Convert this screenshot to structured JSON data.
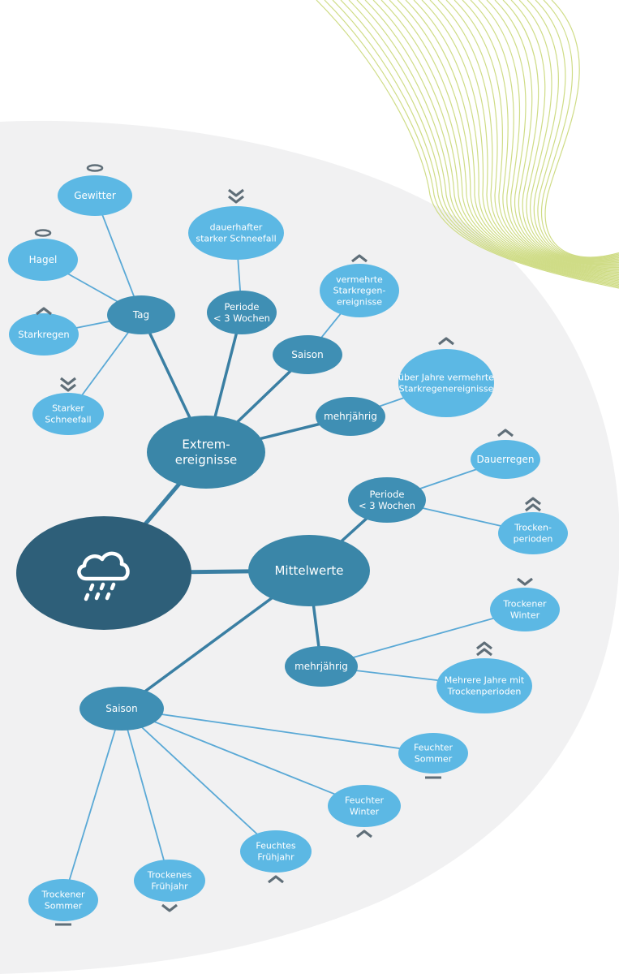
{
  "colors": {
    "background_blob": "#f1f1f2",
    "wave_lines": "#cfdc86",
    "root": "#2e5f79",
    "level1": "#3a86a8",
    "level2": "#3f8fb4",
    "leaf": "#5cb8e4",
    "connector_dark": "#3a7fa3",
    "connector_light": "#5aa9d6",
    "trend_marker": "#5f6e78",
    "text_on_node": "#ffffff"
  },
  "root": {
    "icon": "cloud-rain-icon"
  },
  "extremes": {
    "label": [
      "Extrem-",
      "ereignisse"
    ],
    "day": {
      "label": [
        "Tag"
      ],
      "leaves": [
        {
          "label": [
            "Gewitter"
          ],
          "trend": "neutral"
        },
        {
          "label": [
            "Hagel"
          ],
          "trend": "neutral"
        },
        {
          "label": [
            "Starkregen"
          ],
          "trend": "up"
        },
        {
          "label": [
            "Starker",
            "Schneefall"
          ],
          "trend": "down-double"
        }
      ]
    },
    "period": {
      "label": [
        "Periode",
        "< 3 Wochen"
      ],
      "leaves": [
        {
          "label": [
            "dauerhafter",
            "starker Schneefall"
          ],
          "trend": "down-double"
        }
      ]
    },
    "season": {
      "label": [
        "Saison"
      ],
      "leaves": [
        {
          "label": [
            "vermehrte",
            "Starkregen-",
            "ereignisse"
          ],
          "trend": "up"
        }
      ]
    },
    "multiyear": {
      "label": [
        "mehrjährig"
      ],
      "leaves": [
        {
          "label": [
            "über Jahre vermehrte",
            "Starkregenereignisse"
          ],
          "trend": "up"
        }
      ]
    }
  },
  "means": {
    "label": [
      "Mittelwerte"
    ],
    "period": {
      "label": [
        "Periode",
        "< 3 Wochen"
      ],
      "leaves": [
        {
          "label": [
            "Dauerregen"
          ],
          "trend": "up"
        },
        {
          "label": [
            "Trocken-",
            "perioden"
          ],
          "trend": "up-double"
        }
      ]
    },
    "multiyear": {
      "label": [
        "mehrjährig"
      ],
      "leaves": [
        {
          "label": [
            "Trockener",
            "Winter"
          ],
          "trend": "down"
        },
        {
          "label": [
            "Mehrere Jahre mit",
            "Trockenperioden"
          ],
          "trend": "up-double"
        }
      ]
    },
    "season": {
      "label": [
        "Saison"
      ],
      "leaves": [
        {
          "label": [
            "Feuchter",
            "Sommer"
          ],
          "trend": "neutral"
        },
        {
          "label": [
            "Feuchter",
            "Winter"
          ],
          "trend": "up"
        },
        {
          "label": [
            "Feuchtes",
            "Frühjahr"
          ],
          "trend": "up"
        },
        {
          "label": [
            "Trockenes",
            "Frühjahr"
          ],
          "trend": "down"
        },
        {
          "label": [
            "Trockener",
            "Sommer"
          ],
          "trend": "neutral"
        }
      ]
    }
  }
}
